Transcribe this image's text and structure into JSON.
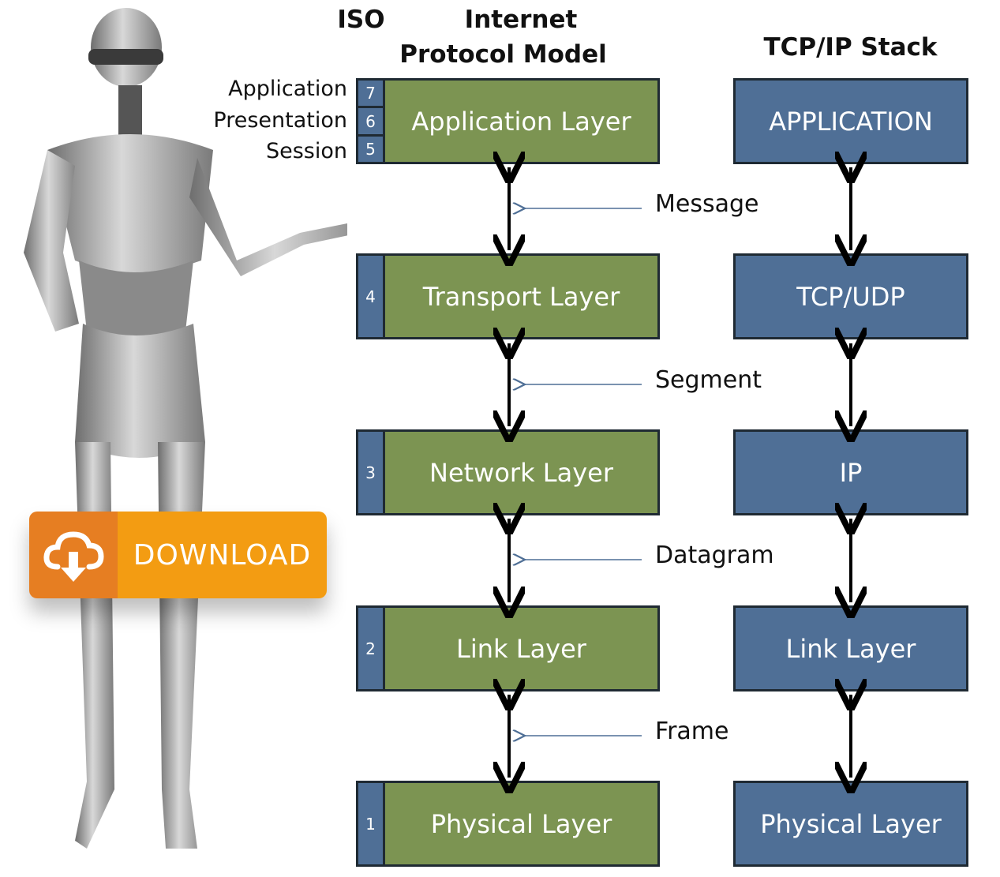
{
  "headers": {
    "iso": "ISO",
    "internet_line1": "Internet",
    "internet_line2": "Protocol Model",
    "tcpip": "TCP/IP Stack"
  },
  "iso_upper_layers": [
    {
      "name": "Application",
      "number": "7"
    },
    {
      "name": "Presentation",
      "number": "6"
    },
    {
      "name": "Session",
      "number": "5"
    }
  ],
  "internet_model": [
    {
      "label": "Application Layer"
    },
    {
      "label": "Transport Layer",
      "number": "4"
    },
    {
      "label": "Network Layer",
      "number": "3"
    },
    {
      "label": "Link Layer",
      "number": "2"
    },
    {
      "label": "Physical Layer",
      "number": "1"
    }
  ],
  "pdu_labels": [
    "Message",
    "Segment",
    "Datagram",
    "Frame"
  ],
  "tcpip_stack": [
    "APPLICATION",
    "TCP/UDP",
    "IP",
    "Link Layer",
    "Physical Layer"
  ],
  "download_button": {
    "label": "DOWNLOAD",
    "icon": "cloud-download-icon"
  },
  "colors": {
    "internet_layer": "#7c9452",
    "tcpip_layer": "#4f6f96",
    "download": "#f39c12",
    "download_icon_bg": "#e67e22"
  }
}
